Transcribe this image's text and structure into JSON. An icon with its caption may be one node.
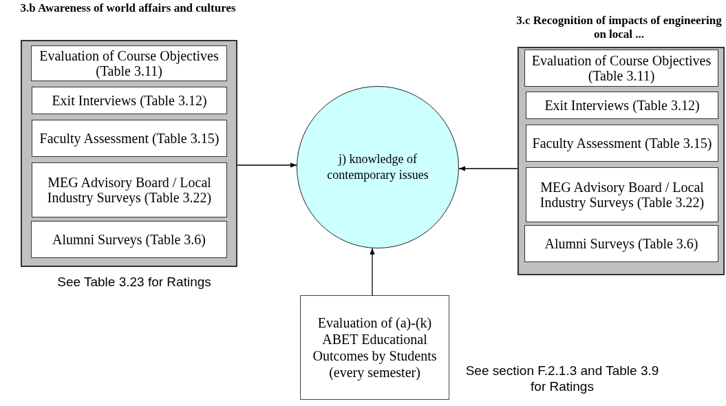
{
  "diagram": {
    "nodes": [
      {
        "text": [
          "3.b Awareness of world affairs and cultures"
        ]
      },
      {
        "text": [
          "Evaluation of Course Objectives (Table 3.11)"
        ],
        "in": 0
      },
      {
        "text": [
          "Exit Interviews (Table 3.12)"
        ],
        "in": 0
      },
      {
        "text": [
          "Faculty Assessment (Table 3.15)"
        ],
        "in": 0
      },
      {
        "text": [
          "MEG Advisory Board / Local Industry Surveys (Table 3.22)"
        ],
        "in": 0
      },
      {
        "text": [
          "Alumni Surveys (Table 3.6)"
        ],
        "in": 0
      },
      {
        "text": [
          "j) knowledge of contemporary issues"
        ]
      },
      {
        "text": [
          "3.c Recognition of impacts of engineering on local ..."
        ]
      },
      {
        "text": [
          "Evaluation of Course Objectives (Table 3.11)"
        ],
        "in": 7
      },
      {
        "text": [
          "Exit Interviews (Table 3.12)"
        ],
        "in": 7
      },
      {
        "text": [
          "Faculty Assessment (Table 3.15)"
        ],
        "in": 7
      },
      {
        "text": [
          "MEG Advisory Board / Local Industry Surveys (Table 3.22)"
        ],
        "in": 7
      },
      {
        "text": [
          "Alumni Surveys (Table 3.6)"
        ],
        "in": 7
      },
      {
        "text": [
          "Evaluation of (a)-(k) ABET Educational Outcomes by Students (every semester)"
        ]
      }
    ],
    "edges": [
      {
        "from": 0,
        "to": 6,
        "arrow": "to"
      },
      {
        "from": 7,
        "to": 6,
        "arrow": "to"
      },
      {
        "from": 13,
        "to": 6,
        "arrow": "to"
      }
    ],
    "labels": [
      "See Table 3.23 for Ratings",
      "See section F.2.1.3 and Table 3.9 for Ratings"
    ]
  }
}
